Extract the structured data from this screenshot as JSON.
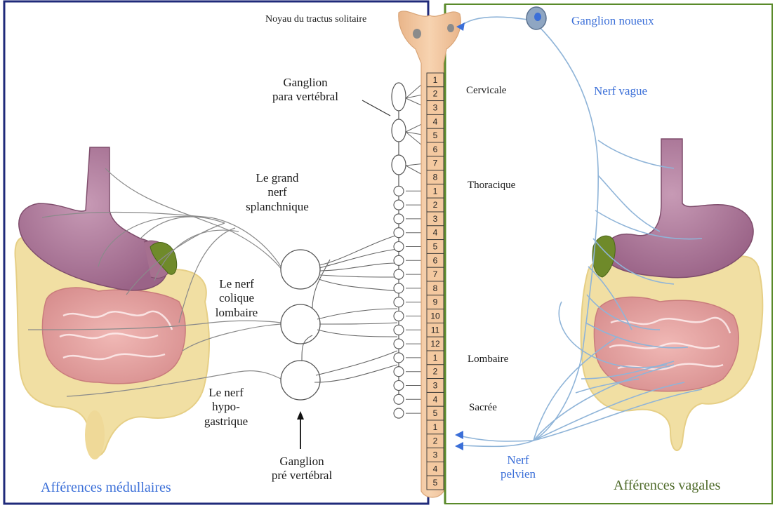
{
  "panels": {
    "left_caption": "Afférences médullaires",
    "right_caption": "Afférences vagales"
  },
  "labels": {
    "noyau": "Noyau du tractus solitaire",
    "ganglion_para": [
      "Ganglion",
      "para vertébral"
    ],
    "grand_nerf": [
      "Le grand",
      "nerf",
      "splanchnique"
    ],
    "nerf_colique": [
      "Le nerf",
      "colique",
      "lombaire"
    ],
    "nerf_hypo": [
      "Le nerf",
      "hypo-",
      "gastrique"
    ],
    "ganglion_pre": [
      "Ganglion",
      "pré vertébral"
    ],
    "ganglion_noueux": "Ganglion noueux",
    "nerf_vague": "Nerf vague",
    "nerf_pelvien": [
      "Nerf",
      "pelvien"
    ]
  },
  "regions": {
    "cervicale": "Cervicale",
    "thoracique": "Thoracique",
    "lombaire": "Lombaire",
    "sacree": "Sacrée"
  },
  "vertebrae": {
    "cervical": [
      "1",
      "2",
      "3",
      "4",
      "5",
      "6",
      "7",
      "8"
    ],
    "thoracic": [
      "1",
      "2",
      "3",
      "4",
      "5",
      "6",
      "7",
      "8",
      "9",
      "10",
      "11",
      "12"
    ],
    "lumbar": [
      "1",
      "2",
      "3",
      "4",
      "5"
    ],
    "sacral": [
      "1",
      "2",
      "3",
      "4",
      "5"
    ]
  },
  "colors": {
    "left_frame": "#1f2a7a",
    "right_frame": "#5a8a2a",
    "spinal_cord": "#f4c9a0",
    "vagal_nerve": "#8fb4d8",
    "caption_blue": "#3b6fd8",
    "caption_green": "#4f6b2a"
  }
}
